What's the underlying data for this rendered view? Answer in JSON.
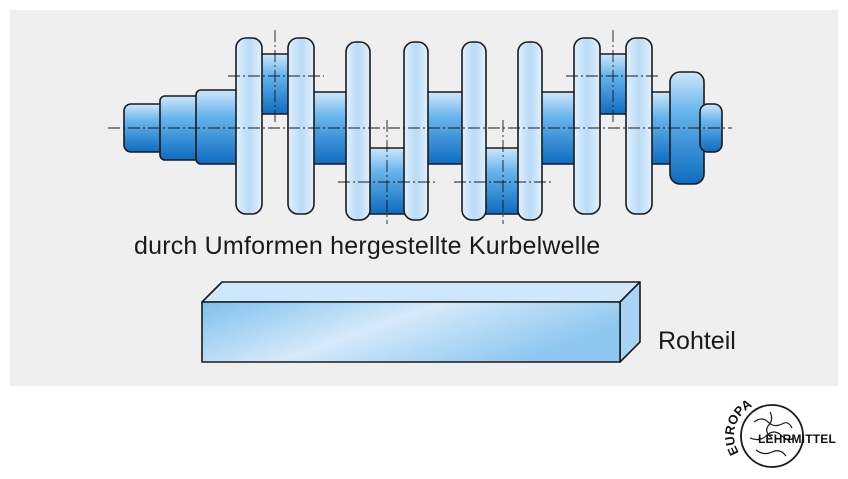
{
  "figure": {
    "crankshaft_caption": "durch Umformen hergestellte Kurbelwelle",
    "blank_caption": "Rohteil"
  },
  "logo": {
    "arc_text": "EUROPA",
    "name_text": "LEHRMITTEL"
  },
  "colors": {
    "panel": "#efefef",
    "steel_blue_light": "#d8ecfb",
    "steel_blue": "#5fb1ea",
    "steel_blue_dark": "#0d6fc4",
    "outline": "#1a1a1a"
  }
}
